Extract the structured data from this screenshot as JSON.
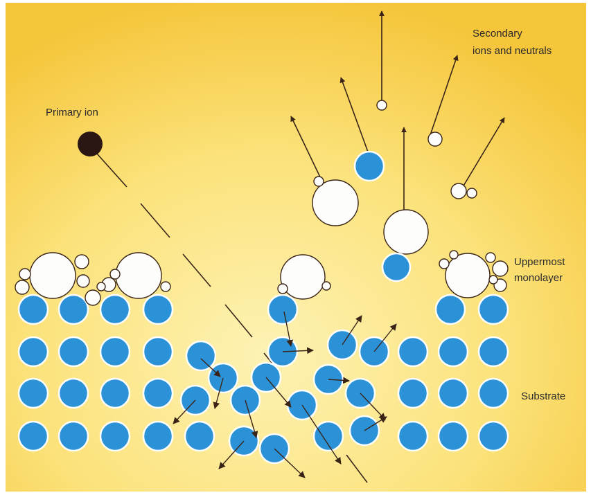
{
  "labels": {
    "primary_ion": "Primary ion",
    "secondary_line1": "Secondary",
    "secondary_line2": "ions and neutrals",
    "uppermost_line1": "Uppermost",
    "uppermost_line2": "monolayer",
    "substrate": "Substrate"
  },
  "colors": {
    "background_light": "#fce98a",
    "background_dark": "#f6c63a",
    "substrate_atom": "#2b92d8",
    "atom_outline": "#ffffff",
    "adsorbate": "#fdfdfb",
    "primary_ion": "#2a1612",
    "arrow": "#3a2418"
  }
}
